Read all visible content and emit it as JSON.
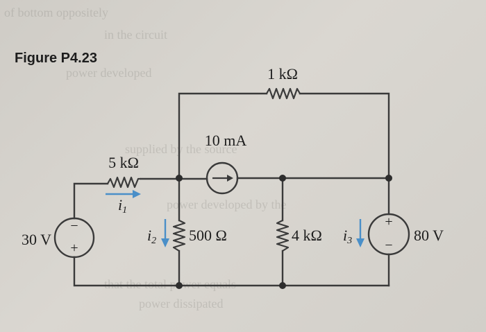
{
  "figure_title": "Figure P4.23",
  "components": {
    "r_top": "1 kΩ",
    "r_left": "5 kΩ",
    "current_source": "10 mA",
    "r_500": "500 Ω",
    "r_4k": "4 kΩ",
    "v_left": "30 V",
    "v_right": "80 V"
  },
  "currents": {
    "i1": {
      "base": "i",
      "sub": "1"
    },
    "i2": {
      "base": "i",
      "sub": "2"
    },
    "i3": {
      "base": "i",
      "sub": "3"
    }
  },
  "polarity": {
    "plus": "+",
    "minus": "−"
  },
  "colors": {
    "wire": "#3a3a3a",
    "arrow": "#4a8fc8",
    "text": "#1d1d1d",
    "node": "#2d2d2d"
  }
}
